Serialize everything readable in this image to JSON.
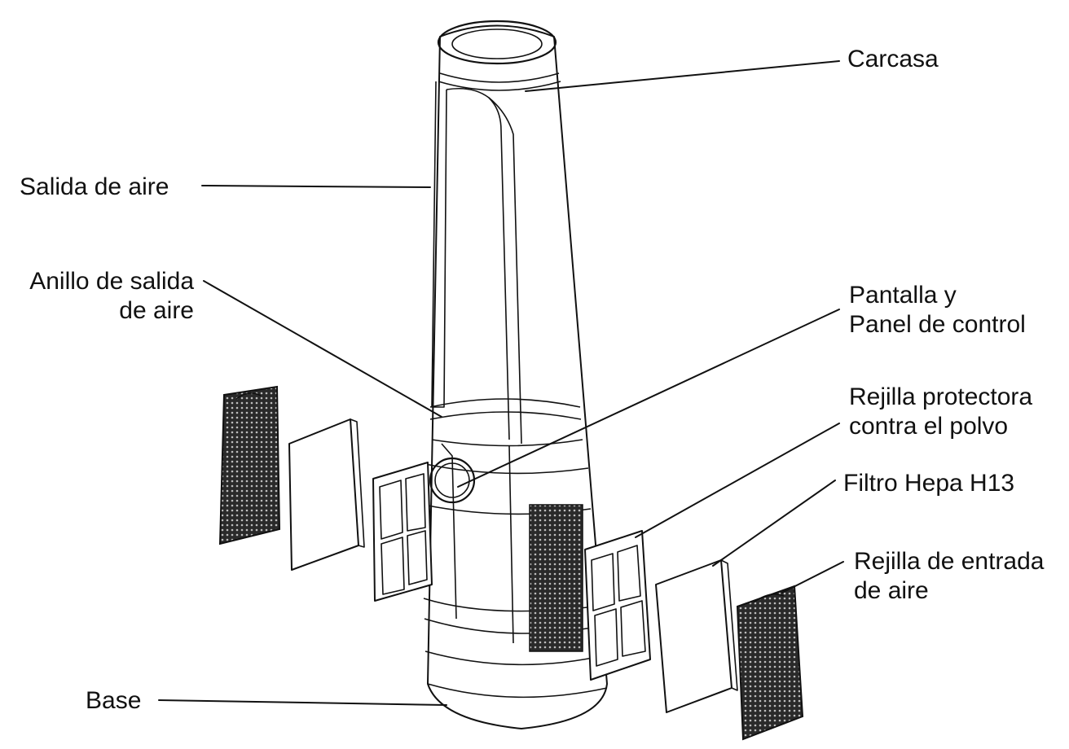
{
  "labels": {
    "carcasa": "Carcasa",
    "salida_de_aire": "Salida de aire",
    "anillo_l1": "Anillo de salida",
    "anillo_l2": "de aire",
    "pantalla_l1": "Pantalla y",
    "pantalla_l2": "Panel de control",
    "rejilla_protectora_l1": "Rejilla protectora",
    "rejilla_protectora_l2": "contra el polvo",
    "filtro_hepa": "Filtro Hepa H13",
    "rejilla_entrada_l1": "Rejilla de entrada",
    "rejilla_entrada_l2": "de aire",
    "base": "Base"
  },
  "colors": {
    "line": "#111111",
    "mesh": "#1a1a1a",
    "background": "#ffffff"
  }
}
